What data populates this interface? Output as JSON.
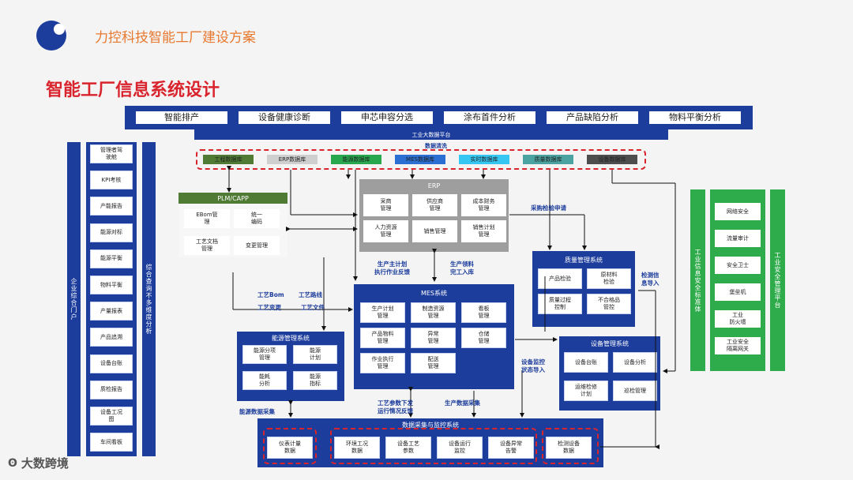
{
  "header": {
    "subtitle": "力控科技智能工厂建设方案",
    "title": "智能工厂信息系统设计"
  },
  "logo": {
    "brand": "大数跨境"
  },
  "top_apps": [
    "智能排产",
    "设备健康诊断",
    "申芯申容分选",
    "涂布首件分析",
    "产品缺陷分析",
    "物料平衡分析"
  ],
  "bigdata_platform": "工业大数据平台",
  "data_clean": "数据清洗",
  "databases": [
    {
      "label": "工程数据库",
      "color": "#4f7b34"
    },
    {
      "label": "ERP数据库",
      "color": "#cfcfcf"
    },
    {
      "label": "能源数据库",
      "color": "#27a74e"
    },
    {
      "label": "MES数据库",
      "color": "#2a6fd1"
    },
    {
      "label": "实时数据库",
      "color": "#35c6f2"
    },
    {
      "label": "质量数据库",
      "color": "#4aa3a0"
    },
    {
      "label": "设备数据库",
      "color": "#4d4d4d"
    }
  ],
  "left_portal": {
    "title": "企业综合门户"
  },
  "left_column_items": [
    "管理者驾\n驶舱",
    "KPI考核",
    "产能报告",
    "能源对标",
    "能源平衡",
    "物料平衡",
    "产量报表",
    "产品追溯",
    "设备台账",
    "质检报告",
    "设备工况\n图",
    "车间看板"
  ],
  "left_query": {
    "title": "综合查询不多维度分析"
  },
  "plm": {
    "title": "PLM/CAPP",
    "cells": [
      "EBom管\n理",
      "统一\n编码",
      "工艺文档\n管理",
      "变更管理"
    ]
  },
  "erp": {
    "title": "ERP",
    "cells": [
      "采商\n管理",
      "供应商\n管理",
      "成本财务\n管理",
      "人力资源\n管理",
      "销售管理",
      "销售计划\n管理"
    ]
  },
  "mes": {
    "title": "MES系统",
    "cells": [
      "生产计划\n管理",
      "制造资源\n管理",
      "看板\n管理",
      "产品物料\n管理",
      "异常\n管理",
      "仓储\n管理",
      "作业执行\n管理",
      "配送\n管理"
    ]
  },
  "energy": {
    "title": "能源管理系统",
    "cells": [
      "能源分项\n管理",
      "能源\n计划",
      "能耗\n分析",
      "能源\n指标"
    ]
  },
  "quality": {
    "title": "质量管理系统",
    "cells": [
      "产品检验",
      "原材料\n检验",
      "质量过程\n控制",
      "不合格品\n管控"
    ]
  },
  "equipment": {
    "title": "设备管理系统",
    "cells": [
      "设备台账",
      "设备分析",
      "运维检修\n计划",
      "巡检管理"
    ]
  },
  "acquisition": {
    "title": "数据采集与监控系统",
    "cells": [
      "仪表计量\n数据",
      "环境工况\n数据",
      "设备工艺\n参数",
      "设备运行\n监控",
      "设备异常\n告警",
      "检测设备\n数据"
    ]
  },
  "arrow_labels": {
    "production_plan": "生产主计划\n执行作业反馈",
    "production_material": "生产领料\n完工入库",
    "purchase_inspect": "采购检验申请",
    "inspect_import": "检测信\n息导入",
    "process_bom": "工艺Bom",
    "process_route": "工艺路线",
    "process_change": "工艺变更",
    "process_doc": "工艺文件",
    "equip_monitor": "设备监控\n状态导入",
    "energy_collect": "能源数据采集",
    "process_param": "工艺参数下发\n运行情况反馈",
    "production_collect": "生产数据采集"
  },
  "right_items": [
    "网络安全",
    "流量审计",
    "安全卫士",
    "堡垒机",
    "工业\n防火墙",
    "工业安全\n隔离网关"
  ],
  "right_std": {
    "title": "工业信息安全标准体"
  },
  "right_mgmt": {
    "title": "工业安全管理平台"
  }
}
